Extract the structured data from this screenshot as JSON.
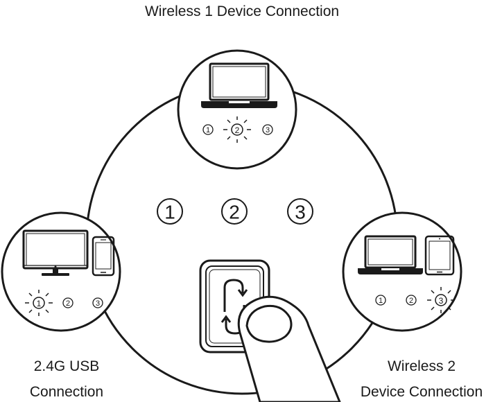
{
  "titles": {
    "top": "Wireless 1 Device Connection",
    "bottom_left_line1": "2.4G USB",
    "bottom_left_line2": "Connection",
    "bottom_right_line1": "Wireless 2",
    "bottom_right_line2": "Device Connection"
  },
  "main_indicators": [
    "1",
    "2",
    "3"
  ],
  "wireless1": {
    "indicators": [
      "1",
      "2",
      "3"
    ],
    "lit": "2"
  },
  "usb": {
    "indicators": [
      "1",
      "2",
      "3"
    ],
    "lit": "1"
  },
  "wireless2": {
    "indicators": [
      "1",
      "2",
      "3"
    ],
    "lit": "3"
  },
  "icons": {
    "wireless1": [
      "laptop-icon"
    ],
    "usb": [
      "monitor-icon",
      "phone-icon"
    ],
    "wireless2": [
      "laptop-icon",
      "tablet-icon"
    ],
    "center": [
      "switch-button-icon",
      "finger-icon"
    ]
  },
  "colors": {
    "ink": "#1a1a1a",
    "background": "#ffffff"
  }
}
